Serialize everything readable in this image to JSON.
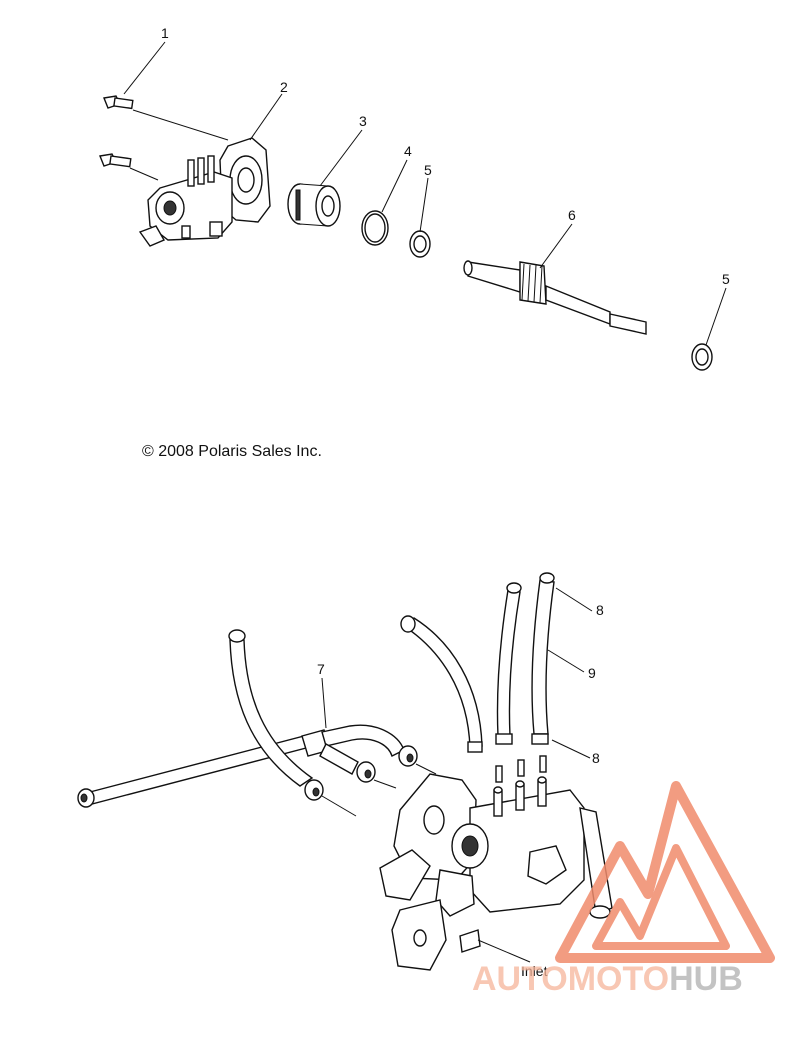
{
  "callouts": {
    "n1": "1",
    "n2": "2",
    "n3": "3",
    "n4": "4",
    "n5a": "5",
    "n6": "6",
    "n5b": "5",
    "n7": "7",
    "n8a": "8",
    "n9": "9",
    "n8b": "8"
  },
  "copyright": "© 2008 Polaris Sales Inc.",
  "inlet_label": "Inlet",
  "watermark": {
    "auto": "AUTO",
    "moto": "MOTO",
    "hub": "HUB",
    "accent_color": "#e8432a",
    "gray_color": "#9a9a9a"
  }
}
